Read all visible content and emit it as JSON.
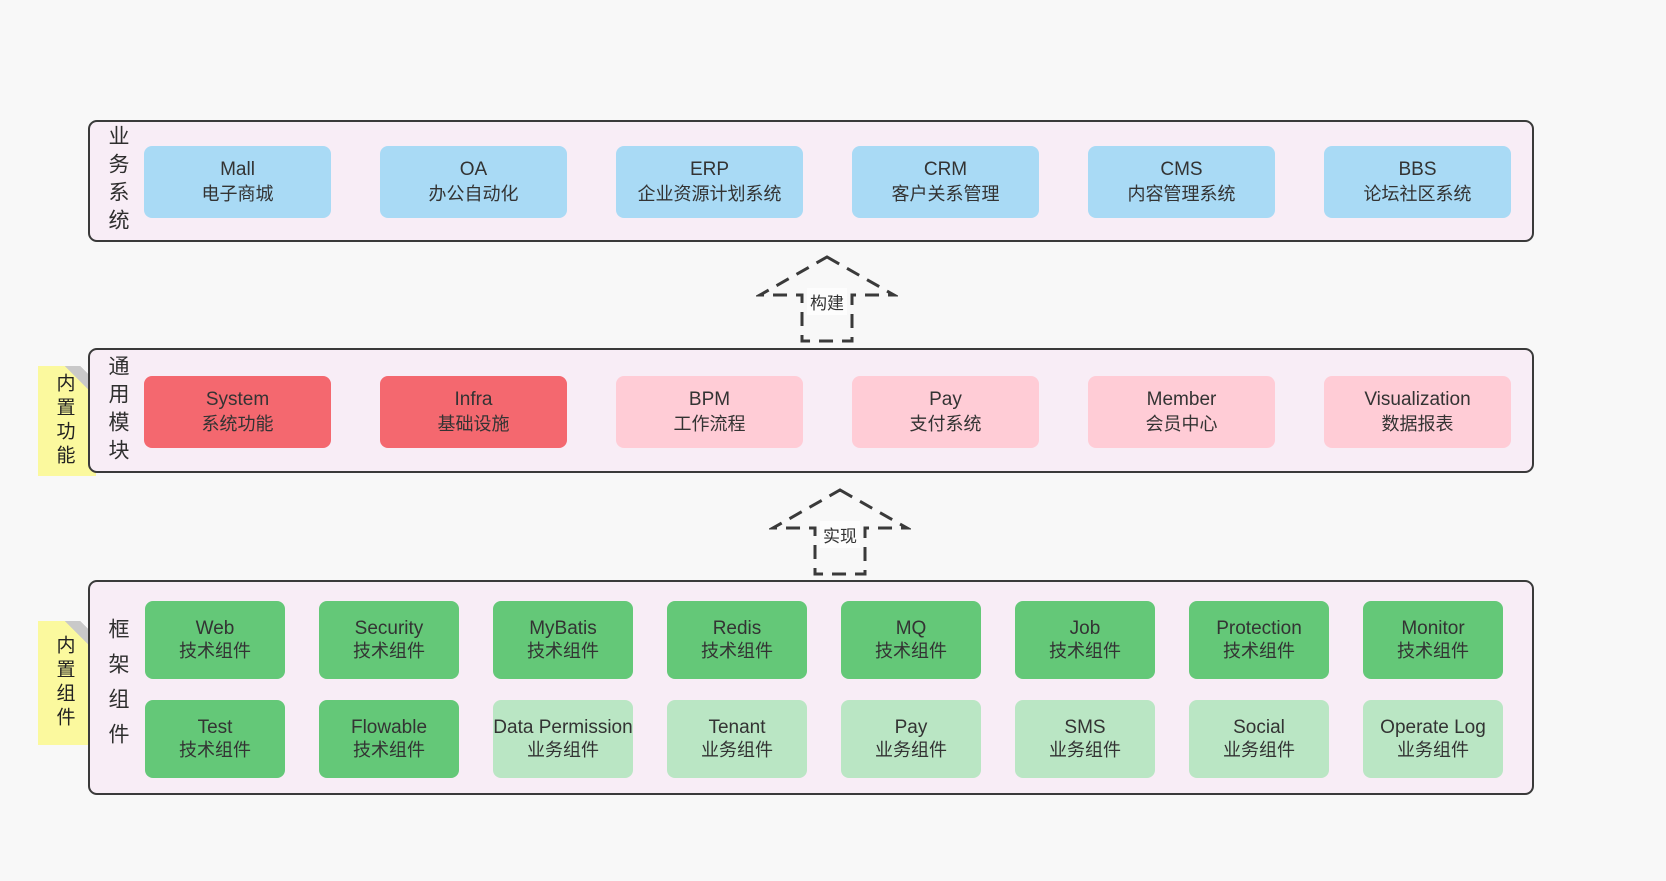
{
  "colors": {
    "page_bg": "#f8f8f8",
    "container_bg": "#f8edf6",
    "container_border": "#3a3a3a",
    "blue": "#a9daf5",
    "red": "#f4686f",
    "pink": "#ffccd6",
    "green_dark": "#64c878",
    "green_light": "#bae6c4",
    "note_yellow": "#fbf99e",
    "text": "#333333"
  },
  "arrows": {
    "build": "构建",
    "implement": "实现"
  },
  "layers": {
    "business": {
      "label": "业务系统",
      "boxes": [
        {
          "name": "Mall",
          "desc": "电子商城"
        },
        {
          "name": "OA",
          "desc": "办公自动化"
        },
        {
          "name": "ERP",
          "desc": "企业资源计划系统"
        },
        {
          "name": "CRM",
          "desc": "客户关系管理"
        },
        {
          "name": "CMS",
          "desc": "内容管理系统"
        },
        {
          "name": "BBS",
          "desc": "论坛社区系统"
        }
      ]
    },
    "modules": {
      "label": "通用模块",
      "note": "内置功能",
      "boxes": [
        {
          "name": "System",
          "desc": "系统功能",
          "variant": "red"
        },
        {
          "name": "Infra",
          "desc": "基础设施",
          "variant": "red"
        },
        {
          "name": "BPM",
          "desc": "工作流程",
          "variant": "pink"
        },
        {
          "name": "Pay",
          "desc": "支付系统",
          "variant": "pink"
        },
        {
          "name": "Member",
          "desc": "会员中心",
          "variant": "pink"
        },
        {
          "name": "Visualization",
          "desc": "数据报表",
          "variant": "pink"
        }
      ]
    },
    "components": {
      "label": "框架组件",
      "note": "内置组件",
      "row1": [
        {
          "name": "Web",
          "desc": "技术组件",
          "variant": "dark"
        },
        {
          "name": "Security",
          "desc": "技术组件",
          "variant": "dark"
        },
        {
          "name": "MyBatis",
          "desc": "技术组件",
          "variant": "dark"
        },
        {
          "name": "Redis",
          "desc": "技术组件",
          "variant": "dark"
        },
        {
          "name": "MQ",
          "desc": "技术组件",
          "variant": "dark"
        },
        {
          "name": "Job",
          "desc": "技术组件",
          "variant": "dark"
        },
        {
          "name": "Protection",
          "desc": "技术组件",
          "variant": "dark"
        },
        {
          "name": "Monitor",
          "desc": "技术组件",
          "variant": "dark"
        }
      ],
      "row2": [
        {
          "name": "Test",
          "desc": "技术组件",
          "variant": "dark"
        },
        {
          "name": "Flowable",
          "desc": "技术组件",
          "variant": "dark"
        },
        {
          "name": "Data Permission",
          "desc": "业务组件",
          "variant": "light"
        },
        {
          "name": "Tenant",
          "desc": "业务组件",
          "variant": "light"
        },
        {
          "name": "Pay",
          "desc": "业务组件",
          "variant": "light"
        },
        {
          "name": "SMS",
          "desc": "业务组件",
          "variant": "light"
        },
        {
          "name": "Social",
          "desc": "业务组件",
          "variant": "light"
        },
        {
          "name": "Operate Log",
          "desc": "业务组件",
          "variant": "light"
        }
      ]
    }
  }
}
